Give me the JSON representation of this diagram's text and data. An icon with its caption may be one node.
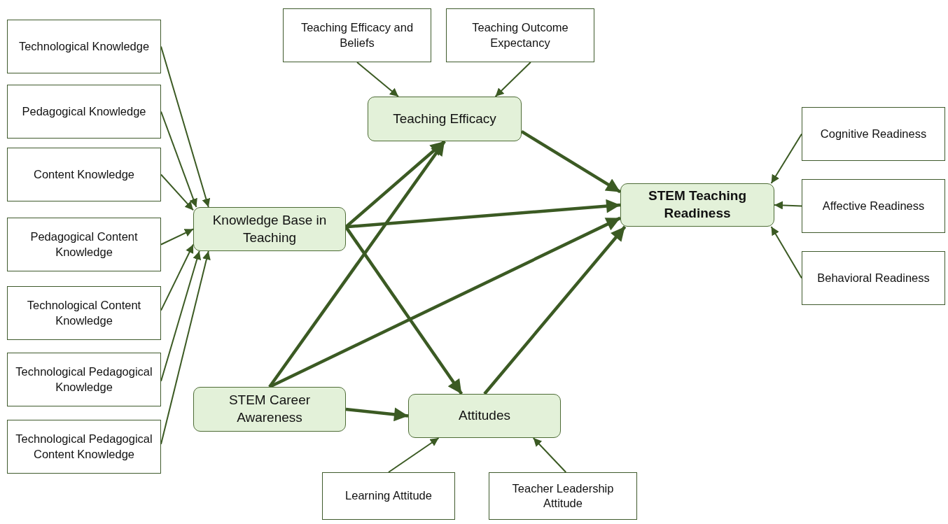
{
  "diagram": {
    "nodes": [
      {
        "text": [
          "Technological Knowledge"
        ]
      },
      {
        "text": [
          "Pedagogical Knowledge"
        ]
      },
      {
        "text": [
          "Content Knowledge"
        ]
      },
      {
        "text": [
          "Pedagogical Content Knowledge"
        ]
      },
      {
        "text": [
          "Technological Content Knowledge"
        ]
      },
      {
        "text": [
          "Technological Pedagogical Knowledge"
        ]
      },
      {
        "text": [
          "Technological Pedagogical Content Knowledge"
        ]
      },
      {
        "text": [
          "Teaching Efficacy and Beliefs"
        ]
      },
      {
        "text": [
          "Teaching Outcome Expectancy"
        ]
      },
      {
        "text": [
          "Teaching Efficacy"
        ]
      },
      {
        "text": [
          "Knowledge Base in Teaching"
        ]
      },
      {
        "text": [
          "STEM Teaching Readiness"
        ]
      },
      {
        "text": [
          "Cognitive Readiness"
        ]
      },
      {
        "text": [
          "Affective Readiness"
        ]
      },
      {
        "text": [
          "Behavioral Readiness"
        ]
      },
      {
        "text": [
          "STEM Career Awareness"
        ]
      },
      {
        "text": [
          "Attitudes"
        ]
      },
      {
        "text": [
          "Learning Attitude"
        ]
      },
      {
        "text": [
          "Teacher Leadership Attitude"
        ]
      }
    ],
    "edges": [
      {
        "from": 0,
        "to": 10,
        "arrow": "to"
      },
      {
        "from": 1,
        "to": 10,
        "arrow": "to"
      },
      {
        "from": 2,
        "to": 10,
        "arrow": "to"
      },
      {
        "from": 3,
        "to": 10,
        "arrow": "to"
      },
      {
        "from": 4,
        "to": 10,
        "arrow": "to"
      },
      {
        "from": 5,
        "to": 10,
        "arrow": "to"
      },
      {
        "from": 6,
        "to": 10,
        "arrow": "to"
      },
      {
        "from": 7,
        "to": 9,
        "arrow": "to"
      },
      {
        "from": 8,
        "to": 9,
        "arrow": "to"
      },
      {
        "from": 9,
        "to": 11,
        "arrow": "to",
        "style": "thick"
      },
      {
        "from": 10,
        "to": 9,
        "arrow": "to",
        "style": "thick"
      },
      {
        "from": 10,
        "to": 11,
        "arrow": "to",
        "style": "thick"
      },
      {
        "from": 10,
        "to": 16,
        "arrow": "to",
        "style": "thick"
      },
      {
        "from": 15,
        "to": 9,
        "arrow": "to",
        "style": "thick"
      },
      {
        "from": 15,
        "to": 11,
        "arrow": "to",
        "style": "thick"
      },
      {
        "from": 15,
        "to": 16,
        "arrow": "to",
        "style": "thick"
      },
      {
        "from": 16,
        "to": 11,
        "arrow": "to",
        "style": "thick"
      },
      {
        "from": 12,
        "to": 11,
        "arrow": "to"
      },
      {
        "from": 13,
        "to": 11,
        "arrow": "to"
      },
      {
        "from": 14,
        "to": 11,
        "arrow": "to"
      },
      {
        "from": 17,
        "to": 16,
        "arrow": "to"
      },
      {
        "from": 18,
        "to": 16,
        "arrow": "to"
      }
    ]
  }
}
